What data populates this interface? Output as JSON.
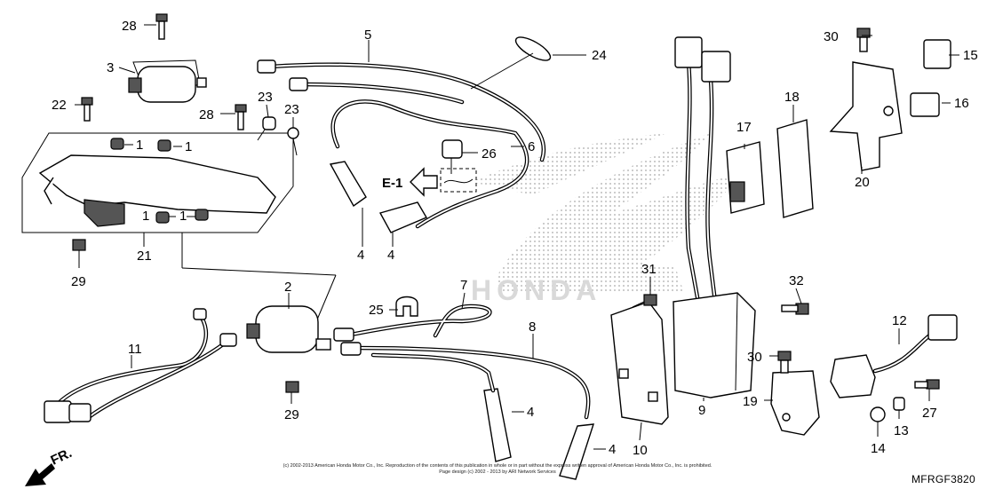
{
  "diagram": {
    "code": "MFRGF3820",
    "watermark": "HONDA",
    "reference_label": "E-1",
    "direction_label": "FR.",
    "copyright_line1": "(c) 2002-2013 American Honda Motor Co., Inc. Reproduction of the contents of this publication in whole or in part without the express written approval of American Honda Motor Co., Inc. is prohibited.",
    "copyright_line2": "Page design (c) 2002 - 2013 by ARI Network Services",
    "callouts": [
      "1",
      "1",
      "1",
      "1",
      "2",
      "3",
      "4",
      "4",
      "4",
      "4",
      "5",
      "6",
      "7",
      "8",
      "9",
      "10",
      "11",
      "12",
      "13",
      "14",
      "15",
      "16",
      "17",
      "18",
      "19",
      "20",
      "21",
      "22",
      "23",
      "23",
      "24",
      "25",
      "26",
      "27",
      "28",
      "28",
      "29",
      "29",
      "30",
      "30",
      "31",
      "32"
    ]
  }
}
